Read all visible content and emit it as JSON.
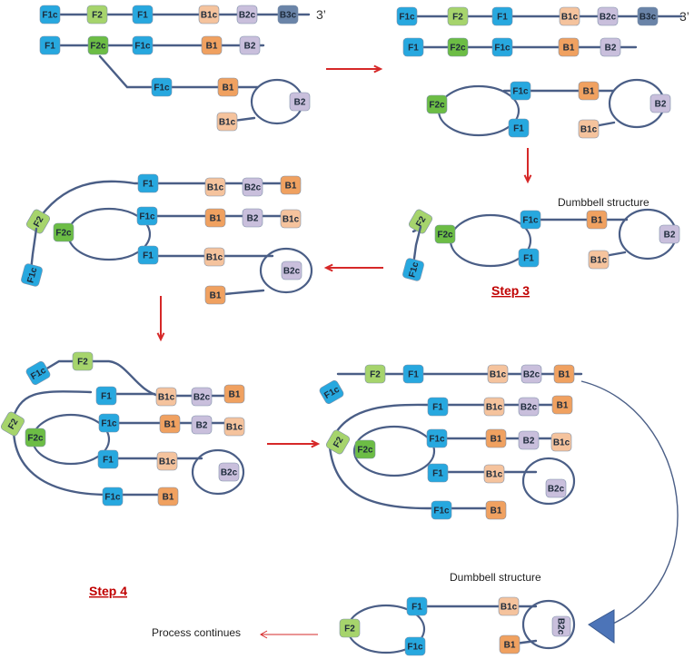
{
  "labels": {
    "F1c": "F1c",
    "F2": "F2",
    "F1": "F1",
    "B1c": "B1c",
    "B2c": "B2c",
    "B3c": "B3c",
    "F2c": "F2c",
    "B1": "B1",
    "B2": "B2",
    "prime3": "3’"
  },
  "captions": {
    "dumbbell_top": "Dumbbell structure",
    "dumbbell_bottom": "Dumbbell structure",
    "step3": "Step 3",
    "step4": "Step 4",
    "process_continues": "Process continues"
  },
  "colors": {
    "F1": "#27a8df",
    "F2": "#a6d46c",
    "F2c": "#6cbd45",
    "B1": "#f0a160",
    "B1c": "#f5c39d",
    "B2": "#c9bfdc",
    "B3c": "#6a84a8",
    "strand": "#4a5e86",
    "arrow": "#d62828"
  }
}
